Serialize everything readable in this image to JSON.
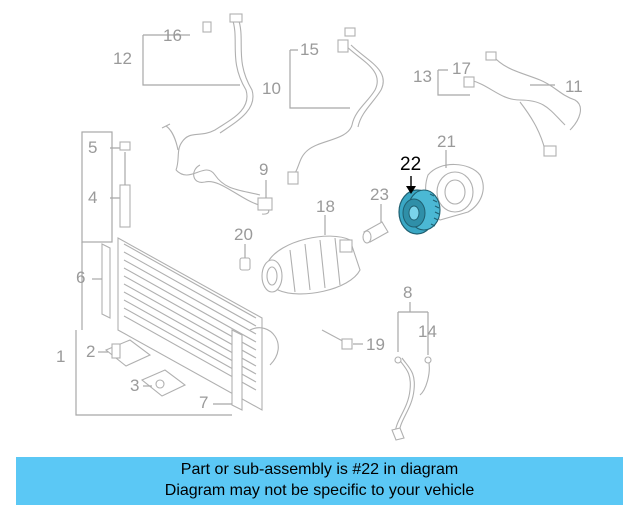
{
  "callouts": {
    "c1": "1",
    "c2": "2",
    "c3": "3",
    "c4": "4",
    "c5": "5",
    "c6": "6",
    "c7": "7",
    "c8": "8",
    "c9": "9",
    "c10": "10",
    "c11": "11",
    "c12": "12",
    "c13": "13",
    "c14": "14",
    "c15": "15",
    "c16": "16",
    "c17": "17",
    "c18": "18",
    "c19": "19",
    "c20": "20",
    "c21": "21",
    "c22": "22",
    "c23": "23"
  },
  "highlight": {
    "part": "22",
    "color": "#3aa7c4"
  },
  "banner": {
    "line1": "Part or sub-assembly is #22 in diagram",
    "line2": "Diagram may not be specific to your vehicle",
    "color": "#5bc8f5"
  }
}
